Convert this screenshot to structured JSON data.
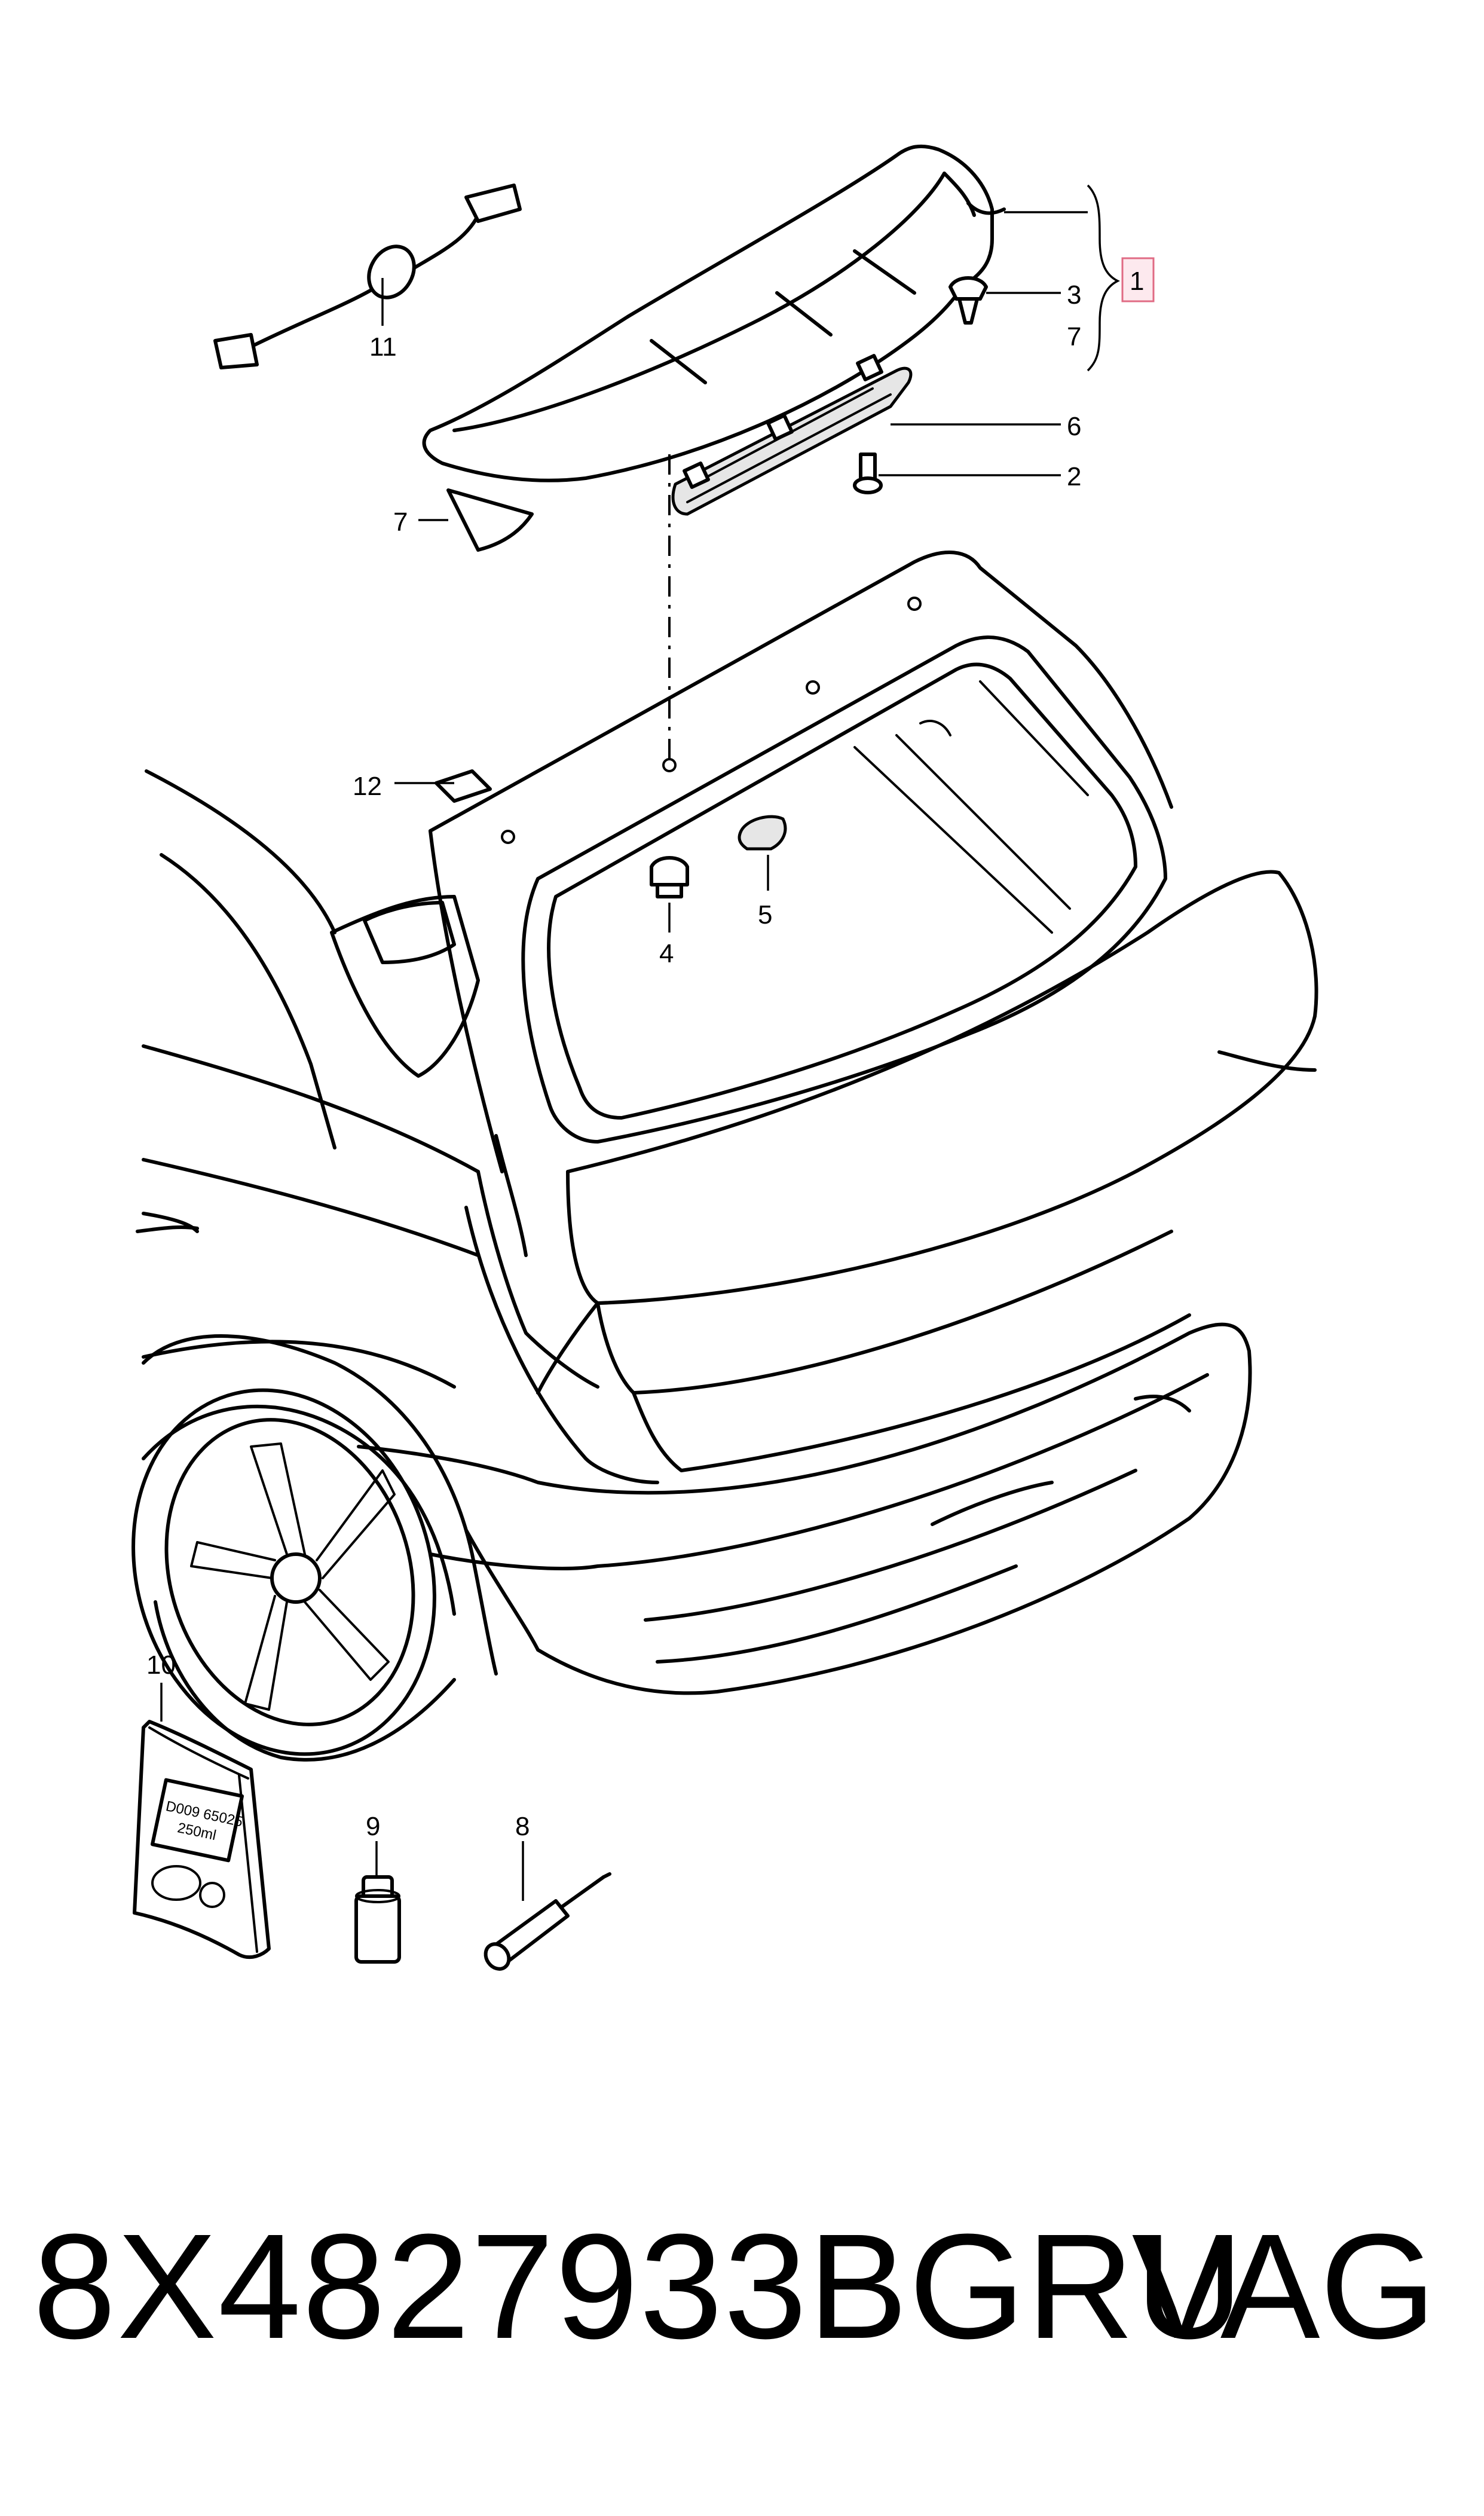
{
  "callouts": {
    "c1": "1",
    "c2": "2",
    "c3": "3",
    "c4": "4",
    "c5": "5",
    "c6": "6",
    "c7a": "7",
    "c7b": "7",
    "c8": "8",
    "c9": "9",
    "c10": "10",
    "c11": "11",
    "c12": "12"
  },
  "package_label": {
    "line1": "D009 65025",
    "line2": "250ml"
  },
  "footer": {
    "part_number": "8X4827933BGRU",
    "brand": "VAG"
  },
  "colors": {
    "highlight_fill": "#fde9ee",
    "highlight_stroke": "#e06b84",
    "ink": "#000000"
  }
}
